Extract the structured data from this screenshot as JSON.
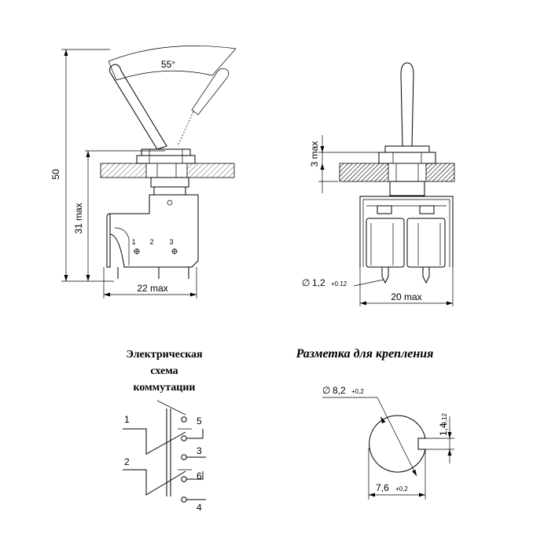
{
  "side_view": {
    "angle": "55°",
    "height_total": "50",
    "height_body": "31 max",
    "width": "22 max",
    "pin_labels": [
      "1",
      "2",
      "3"
    ]
  },
  "front_view": {
    "bush_height": "3 max",
    "pin_diameter": "1,2",
    "pin_diameter_tol": "+0.12",
    "width": "20 max",
    "diameter_symbol": "∅"
  },
  "schematic": {
    "title_line1": "Электрическая",
    "title_line2": "схема",
    "title_line3": "коммутации",
    "terminals": [
      "1",
      "2",
      "3",
      "4",
      "5",
      "6"
    ]
  },
  "mounting": {
    "title": "Разметка для крепления",
    "hole_diameter": "8,2",
    "hole_diameter_tol": "+0,2",
    "flat_width": "7,6",
    "flat_width_tol": "+0,2",
    "slot_size": "1,4",
    "slot_size_tol": "-0,12",
    "diameter_symbol": "∅"
  }
}
